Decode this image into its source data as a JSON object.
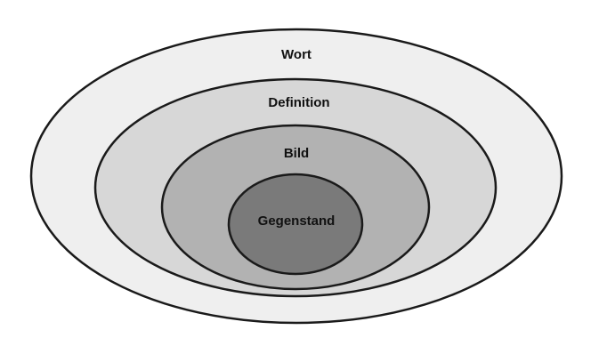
{
  "diagram": {
    "type": "nested-ellipses",
    "rings": [
      {
        "label": "Wort",
        "fill": "#efefef"
      },
      {
        "label": "Definition",
        "fill": "#d7d7d7"
      },
      {
        "label": "Bild",
        "fill": "#b2b2b2"
      },
      {
        "label": "Gegenstand",
        "fill": "#7a7a7a"
      }
    ],
    "stroke_color": "#1a1a1a",
    "text_color": "#111111"
  }
}
